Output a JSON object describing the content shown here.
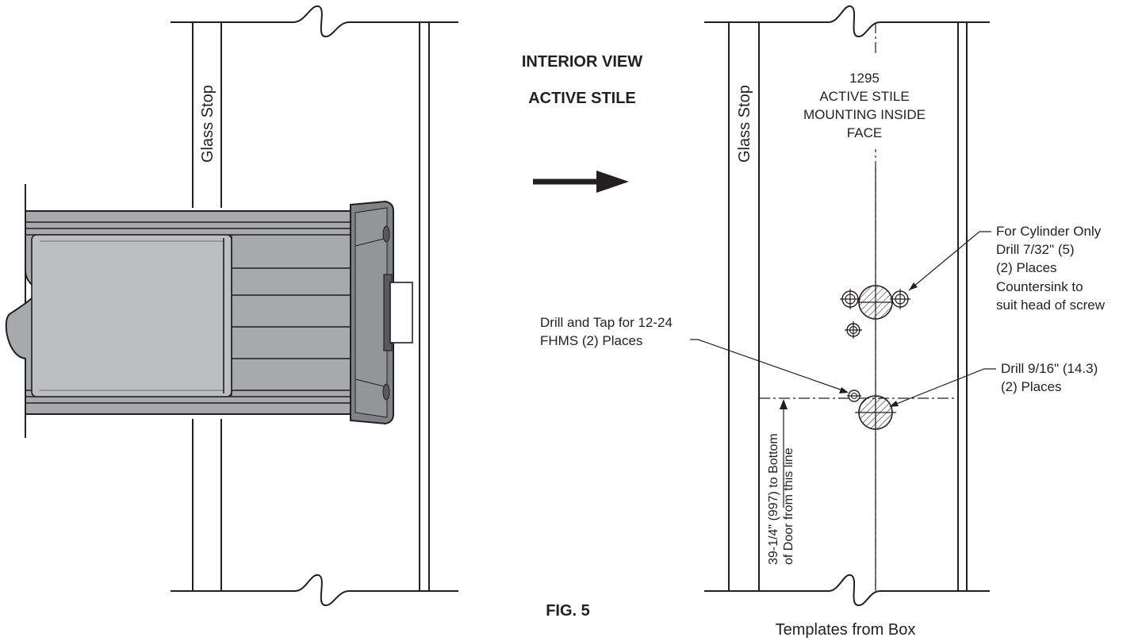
{
  "header": {
    "view_title": "INTERIOR VIEW",
    "view_subtitle": "ACTIVE STILE"
  },
  "left_panel": {
    "glass_stop_label": "Glass Stop"
  },
  "right_panel": {
    "glass_stop_label": "Glass Stop",
    "template_lines": [
      "1295",
      "ACTIVE STILE",
      "MOUNTING INSIDE",
      "FACE"
    ],
    "cylinder_note_lines": [
      "For Cylinder Only",
      "Drill 7/32\" (5)",
      "(2) Places",
      "Countersink to",
      "suit head of screw"
    ],
    "tap_note_lines": [
      "Drill and Tap for 12-24",
      "FHMS (2) Places"
    ],
    "drill_note_lines": [
      "Drill 9/16\" (14.3)",
      "(2) Places"
    ],
    "dimension_lines": [
      "39-1/4\" (997) to Bottom",
      "of Door from this line"
    ],
    "caption": "Templates from Box"
  },
  "figure_label": "FIG. 5",
  "icons": [
    "direction-arrow-icon"
  ],
  "colors": {
    "ink": "#231f20",
    "device_body": "#a7a9ac",
    "device_dark": "#808285",
    "device_light": "#d1d3d4"
  }
}
